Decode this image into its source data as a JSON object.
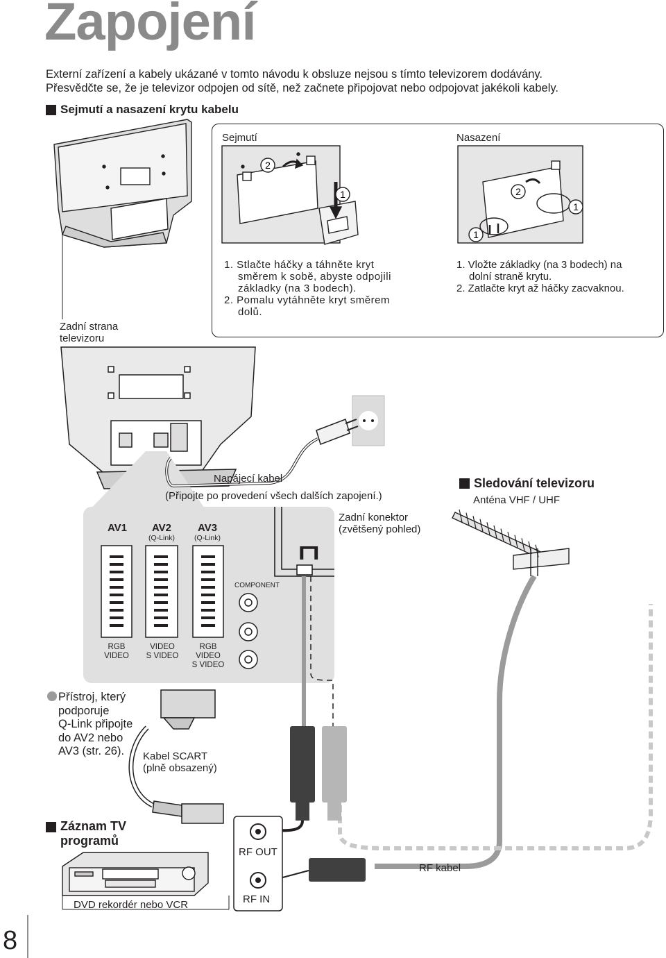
{
  "page": {
    "title": "Zapojení",
    "intro": [
      "Externí zařízení a kabely ukázané v tomto návodu k obsluze nejsou s tímto televizorem dodávány.",
      "Přesvědčte se, že je televizor odpojen od sítě, než začnete připojovat nebo odpojovat jakékoli kabely."
    ],
    "page_number": "8"
  },
  "cover_section": {
    "heading": "Sejmutí a nasazení krytu kabelu",
    "tv_back_label": "Zadní strana\ntelevizoru",
    "remove": {
      "label": "Sejmutí",
      "marker_1": "1",
      "marker_2": "2",
      "steps": [
        "1. Stlačte háčky a táhněte kryt",
        "směrem k sobě, abyste odpojili",
        "základky (na 3 bodech).",
        "2. Pomalu vytáhněte kryt směrem",
        "dolů."
      ]
    },
    "attach": {
      "label": "Nasazení",
      "marker_1": "1",
      "marker_2": "2",
      "steps": [
        "1. Vložte základky (na 3 bodech) na",
        "dolní straně krytu.",
        "2. Zatlačte kryt až háčky zacvaknou."
      ]
    }
  },
  "connection_section": {
    "power_cable": "Napájecí kabel",
    "power_note": "(Připojte po provedení všech dalších zapojení.)",
    "rear_connector": "Zadní konektor\n(zvětšený pohled)",
    "connectors": [
      {
        "name": "AV1",
        "sub": "",
        "bottom": "RGB\nVIDEO"
      },
      {
        "name": "AV2",
        "sub": "(Q-Link)",
        "bottom": "VIDEO\nS VIDEO"
      },
      {
        "name": "AV3",
        "sub": "(Q-Link)",
        "bottom": "RGB\nVIDEO\nS VIDEO"
      }
    ],
    "component": "COMPONENT",
    "antenna_symbol": "ᒥᒣ",
    "qlink_note": "Přístroj, který\npodporuje\nQ-Link připojte\ndo AV2 nebo\nAV3 (str. 26).",
    "scart_cable": "Kabel SCART\n(plně obsazený)",
    "watch_heading": "Sledování televizoru",
    "antenna_label": "Anténa VHF / UHF",
    "record_heading": "Záznam TV\nprogramů",
    "rf_out": "RF OUT",
    "rf_in": "RF IN",
    "rf_cable": "RF kabel",
    "recorder_label": "DVD rekordér nebo VCR"
  }
}
